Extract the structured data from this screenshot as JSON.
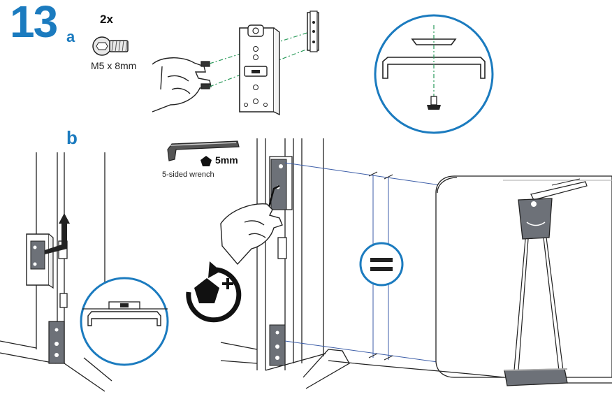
{
  "step": {
    "number": "13",
    "sub_a": "a",
    "sub_b": "b"
  },
  "parts": {
    "quantity": "2x",
    "screw": "M5 x 8mm"
  },
  "tool": {
    "size": "5mm",
    "name": "5-sided wrench"
  },
  "symbols": {
    "equal": "=",
    "tighten_icon": "rotate-tighten-pentagon-icon"
  },
  "colors": {
    "accent": "#1b7bbf",
    "line": "#222222",
    "bracket": "#5a5f66",
    "guide": "#3d5ea8"
  }
}
